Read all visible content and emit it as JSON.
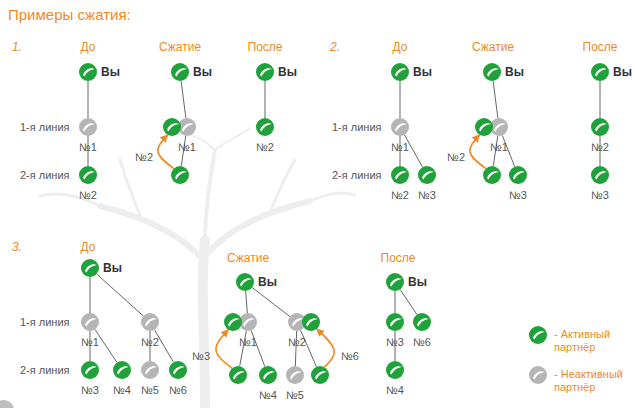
{
  "diagram": {
    "title": "Примеры сжатия:",
    "nodes": [
      {
        "text": [
          "Вы"
        ]
      },
      {
        "text": [
          "№1"
        ]
      },
      {
        "text": [
          "№2"
        ]
      },
      {
        "text": [
          "Вы"
        ]
      },
      {
        "text": []
      },
      {
        "text": [
          "№1"
        ]
      },
      {
        "text": [
          "№2"
        ]
      },
      {
        "text": [
          "Вы"
        ]
      },
      {
        "text": [
          "№2"
        ]
      },
      {
        "text": [
          "Вы"
        ]
      },
      {
        "text": [
          "№1"
        ]
      },
      {
        "text": [
          "№2"
        ]
      },
      {
        "text": [
          "№3"
        ]
      },
      {
        "text": [
          "Вы"
        ]
      },
      {
        "text": []
      },
      {
        "text": [
          "№1"
        ]
      },
      {
        "text": [
          "№2"
        ]
      },
      {
        "text": [
          "№3"
        ]
      },
      {
        "text": [
          "Вы"
        ]
      },
      {
        "text": [
          "№2"
        ]
      },
      {
        "text": [
          "№3"
        ]
      },
      {
        "text": [
          "Вы"
        ]
      },
      {
        "text": [
          "№1"
        ]
      },
      {
        "text": [
          "№2"
        ]
      },
      {
        "text": [
          "№3"
        ]
      },
      {
        "text": [
          "№4"
        ]
      },
      {
        "text": [
          "№5"
        ]
      },
      {
        "text": [
          "№6"
        ]
      },
      {
        "text": [
          "Вы"
        ]
      },
      {
        "text": []
      },
      {
        "text": [
          "№1"
        ]
      },
      {
        "text": [
          "№2"
        ]
      },
      {
        "text": []
      },
      {
        "text": [
          "№3"
        ]
      },
      {
        "text": [
          "№4"
        ]
      },
      {
        "text": [
          "№5"
        ]
      },
      {
        "text": [
          "№6"
        ]
      },
      {
        "text": [
          "Вы"
        ]
      },
      {
        "text": [
          "№3"
        ]
      },
      {
        "text": [
          "№6"
        ]
      },
      {
        "text": [
          "№4"
        ]
      }
    ],
    "edges": [
      {
        "from": 0,
        "to": 1,
        "arrow": "none"
      },
      {
        "from": 1,
        "to": 2,
        "arrow": "none"
      },
      {
        "from": 3,
        "to": 5,
        "arrow": "none"
      },
      {
        "from": 5,
        "to": 6,
        "arrow": "none"
      },
      {
        "from": 6,
        "to": 4,
        "arrow": "to"
      },
      {
        "from": 7,
        "to": 8,
        "arrow": "none"
      },
      {
        "from": 9,
        "to": 10,
        "arrow": "none"
      },
      {
        "from": 10,
        "to": 11,
        "arrow": "none"
      },
      {
        "from": 10,
        "to": 12,
        "arrow": "none"
      },
      {
        "from": 13,
        "to": 15,
        "arrow": "none"
      },
      {
        "from": 15,
        "to": 16,
        "arrow": "none"
      },
      {
        "from": 15,
        "to": 17,
        "arrow": "none"
      },
      {
        "from": 16,
        "to": 14,
        "arrow": "to"
      },
      {
        "from": 18,
        "to": 19,
        "arrow": "none"
      },
      {
        "from": 19,
        "to": 20,
        "arrow": "none"
      },
      {
        "from": 21,
        "to": 22,
        "arrow": "none"
      },
      {
        "from": 21,
        "to": 23,
        "arrow": "none"
      },
      {
        "from": 22,
        "to": 24,
        "arrow": "none"
      },
      {
        "from": 22,
        "to": 25,
        "arrow": "none"
      },
      {
        "from": 23,
        "to": 26,
        "arrow": "none"
      },
      {
        "from": 23,
        "to": 27,
        "arrow": "none"
      },
      {
        "from": 28,
        "to": 30,
        "arrow": "none"
      },
      {
        "from": 28,
        "to": 31,
        "arrow": "none"
      },
      {
        "from": 30,
        "to": 33,
        "arrow": "none"
      },
      {
        "from": 30,
        "to": 34,
        "arrow": "none"
      },
      {
        "from": 31,
        "to": 35,
        "arrow": "none"
      },
      {
        "from": 31,
        "to": 36,
        "arrow": "none"
      },
      {
        "from": 33,
        "to": 29,
        "arrow": "to"
      },
      {
        "from": 36,
        "to": 32,
        "arrow": "to"
      },
      {
        "from": 37,
        "to": 38,
        "arrow": "none"
      },
      {
        "from": 37,
        "to": 39,
        "arrow": "none"
      },
      {
        "from": 38,
        "to": 40,
        "arrow": "none"
      }
    ],
    "labels": [
      "1.",
      "До",
      "Сжатие",
      "После",
      "1-я линия",
      "2-я линия",
      "2.",
      "До",
      "Сжатие",
      "После",
      "1-я линия",
      "2-я линия",
      "3.",
      "До",
      "Сжатие",
      "После",
      "1-я линия",
      "2-я линия"
    ],
    "legend": [
      {
        "text": "- Активный партнёр",
        "color": "#1fa23a"
      },
      {
        "text": "- Неактивный партнёр",
        "color": "#b5b5b5"
      }
    ]
  }
}
